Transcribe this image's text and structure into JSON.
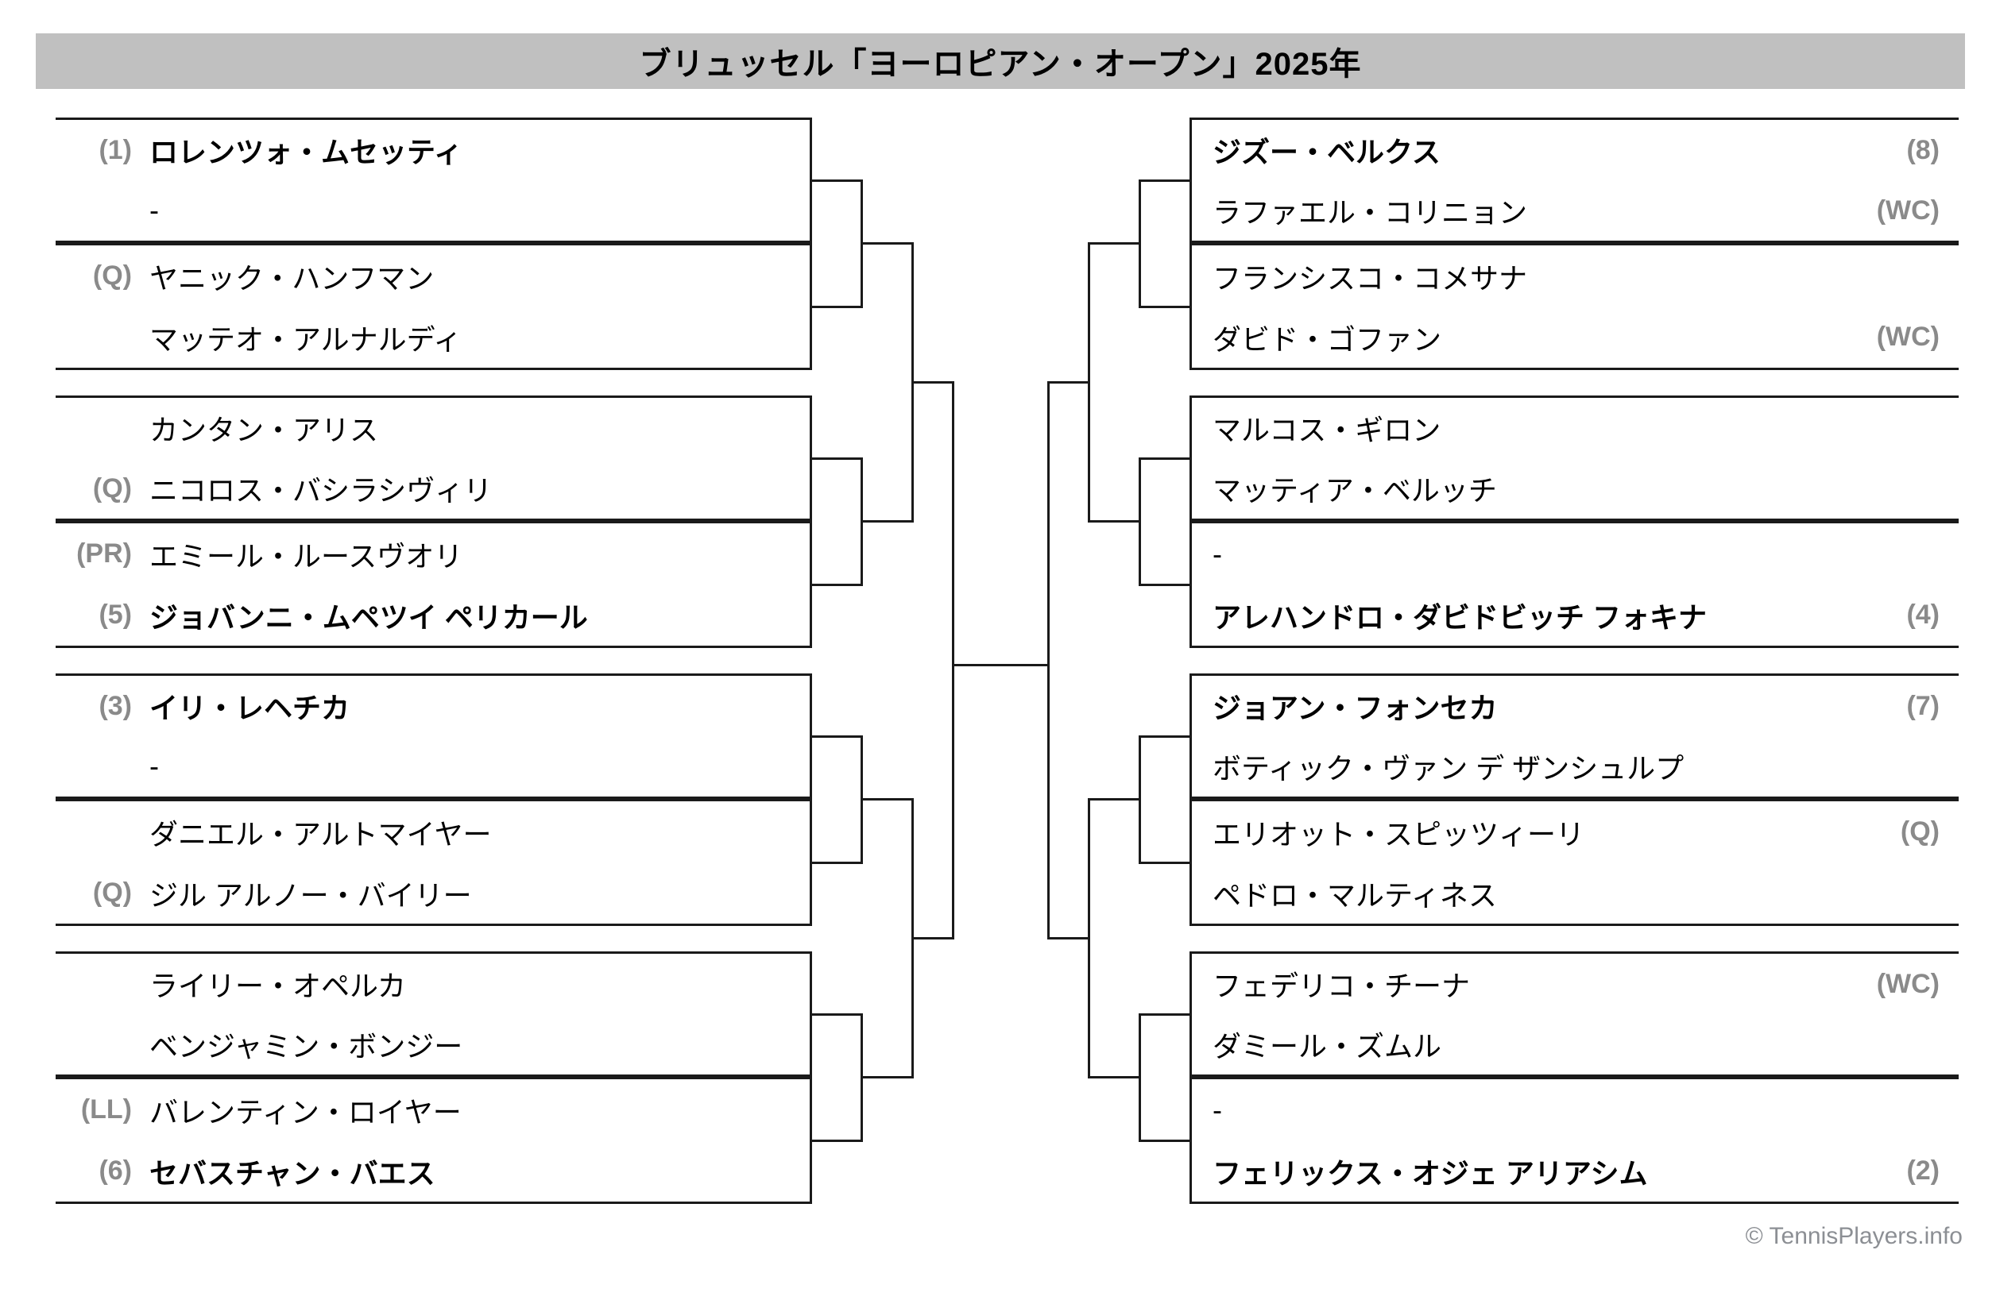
{
  "header": {
    "title": "ブリュッセル「ヨーロピアン・オープン」2025年",
    "banner_color": "#c0c0c0"
  },
  "footer": {
    "copyright": "© TennisPlayers.info"
  },
  "colors": {
    "line": "#1a1a1a",
    "seed_text": "#8a8a8a",
    "player_text": "#000000",
    "footer_text": "#8c8f94"
  },
  "bracket": {
    "left": {
      "matches": [
        {
          "id": "L1",
          "top": {
            "seed": "(1)",
            "name": "ロレンツォ・ムセッティ",
            "bold": true
          },
          "bottom": {
            "seed": "",
            "name": "-",
            "bold": false
          }
        },
        {
          "id": "L2",
          "top": {
            "seed": "(Q)",
            "name": "ヤニック・ハンフマン",
            "bold": false
          },
          "bottom": {
            "seed": "",
            "name": "マッテオ・アルナルディ",
            "bold": false
          }
        },
        {
          "id": "L3",
          "top": {
            "seed": "",
            "name": "カンタン・アリス",
            "bold": false
          },
          "bottom": {
            "seed": "(Q)",
            "name": "ニコロス・バシラシヴィリ",
            "bold": false
          }
        },
        {
          "id": "L4",
          "top": {
            "seed": "(PR)",
            "name": "エミール・ルースヴオリ",
            "bold": false
          },
          "bottom": {
            "seed": "(5)",
            "name": "ジョバンニ・ムペツイ ペリカール",
            "bold": true
          }
        },
        {
          "id": "L5",
          "top": {
            "seed": "(3)",
            "name": "イリ・レヘチカ",
            "bold": true
          },
          "bottom": {
            "seed": "",
            "name": "-",
            "bold": false
          }
        },
        {
          "id": "L6",
          "top": {
            "seed": "",
            "name": "ダニエル・アルトマイヤー",
            "bold": false
          },
          "bottom": {
            "seed": "(Q)",
            "name": "ジル アルノー・バイリー",
            "bold": false
          }
        },
        {
          "id": "L7",
          "top": {
            "seed": "",
            "name": "ライリー・オペルカ",
            "bold": false
          },
          "bottom": {
            "seed": "",
            "name": "ベンジャミン・ボンジー",
            "bold": false
          }
        },
        {
          "id": "L8",
          "top": {
            "seed": "(LL)",
            "name": "バレンティン・ロイヤー",
            "bold": false
          },
          "bottom": {
            "seed": "(6)",
            "name": "セバスチャン・バエス",
            "bold": true
          }
        }
      ]
    },
    "right": {
      "matches": [
        {
          "id": "R1",
          "top": {
            "seed": "(8)",
            "name": "ジズー・ベルクス",
            "bold": true
          },
          "bottom": {
            "seed": "(WC)",
            "name": "ラファエル・コリニョン",
            "bold": false
          }
        },
        {
          "id": "R2",
          "top": {
            "seed": "",
            "name": "フランシスコ・コメサナ",
            "bold": false
          },
          "bottom": {
            "seed": "(WC)",
            "name": "ダビド・ゴファン",
            "bold": false
          }
        },
        {
          "id": "R3",
          "top": {
            "seed": "",
            "name": "マルコス・ギロン",
            "bold": false
          },
          "bottom": {
            "seed": "",
            "name": "マッティア・ベルッチ",
            "bold": false
          }
        },
        {
          "id": "R4",
          "top": {
            "seed": "",
            "name": "-",
            "bold": false
          },
          "bottom": {
            "seed": "(4)",
            "name": "アレハンドロ・ダビドビッチ フォキナ",
            "bold": true
          }
        },
        {
          "id": "R5",
          "top": {
            "seed": "(7)",
            "name": "ジョアン・フォンセカ",
            "bold": true
          },
          "bottom": {
            "seed": "",
            "name": "ボティック・ヴァン デ ザンシュルプ",
            "bold": false
          }
        },
        {
          "id": "R6",
          "top": {
            "seed": "(Q)",
            "name": "エリオット・スピッツィーリ",
            "bold": false
          },
          "bottom": {
            "seed": "",
            "name": "ペドロ・マルティネス",
            "bold": false
          }
        },
        {
          "id": "R7",
          "top": {
            "seed": "(WC)",
            "name": "フェデリコ・チーナ",
            "bold": false
          },
          "bottom": {
            "seed": "",
            "name": "ダミール・ズムル",
            "bold": false
          }
        },
        {
          "id": "R8",
          "top": {
            "seed": "",
            "name": "-",
            "bold": false
          },
          "bottom": {
            "seed": "(2)",
            "name": "フェリックス・オジェ アリアシム",
            "bold": true
          }
        }
      ]
    }
  }
}
